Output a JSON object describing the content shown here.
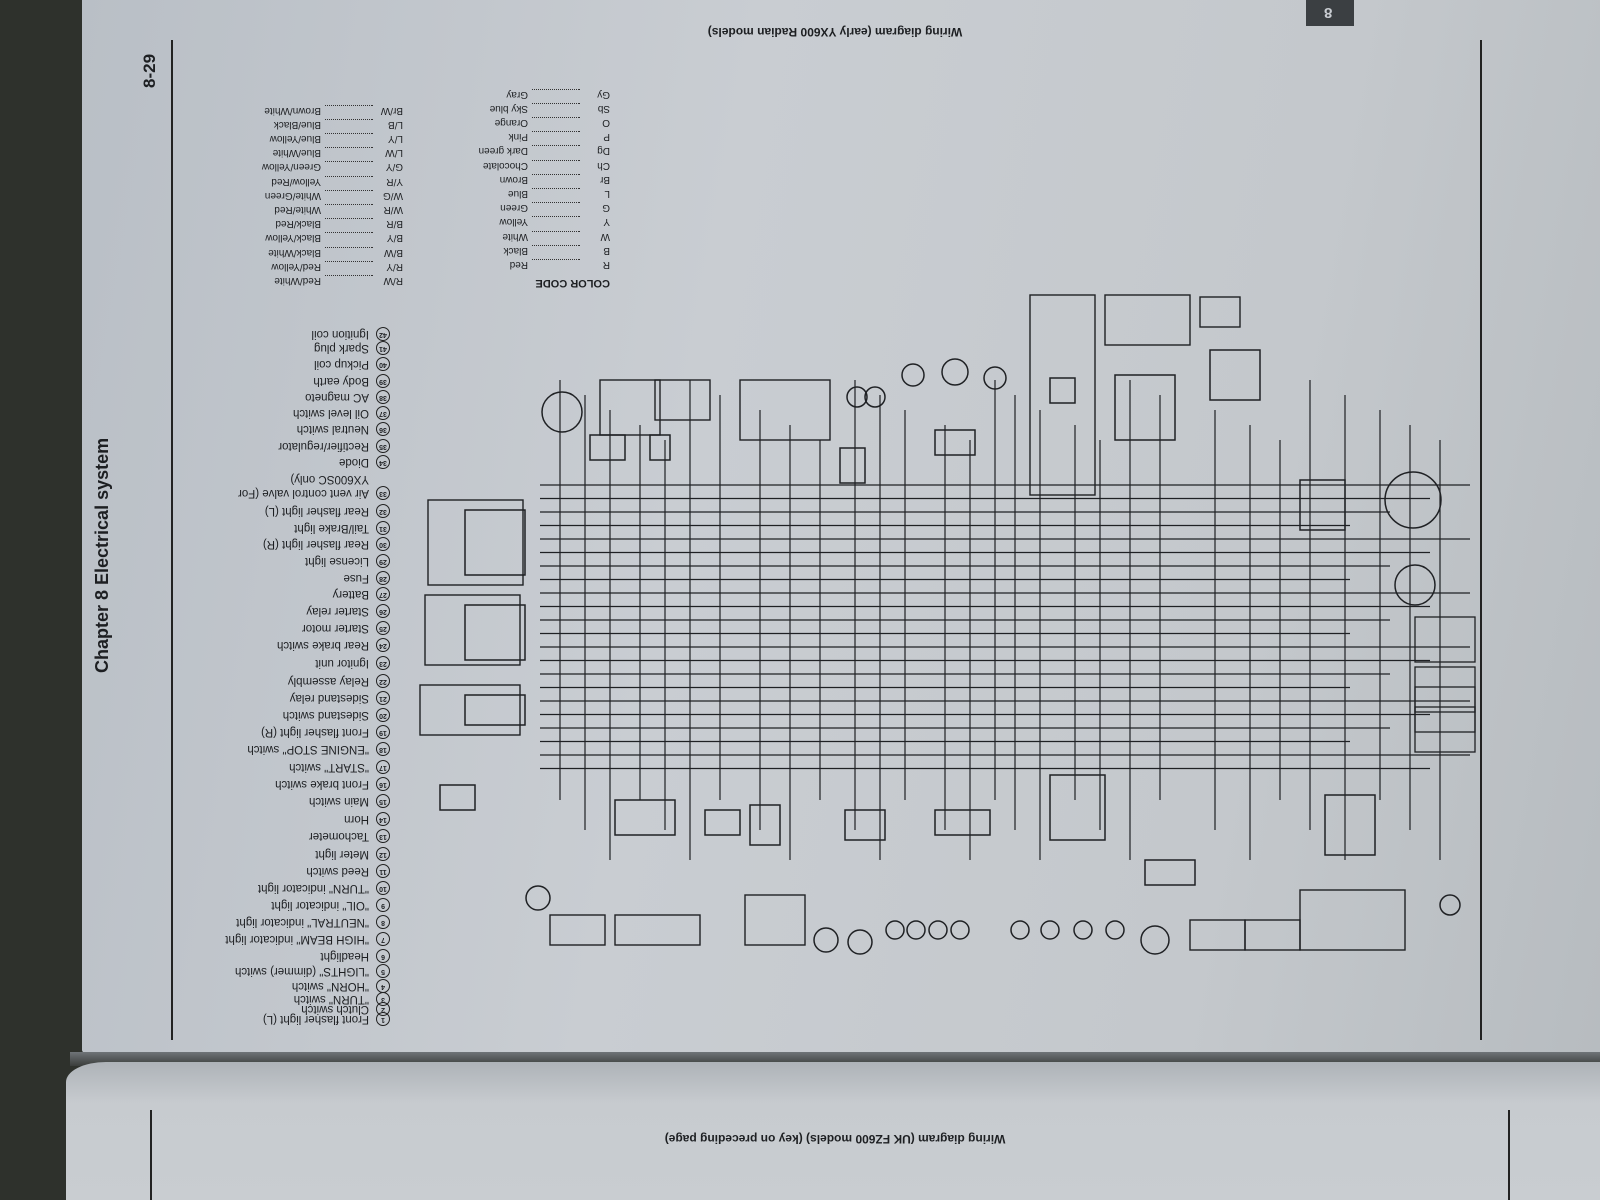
{
  "page_tab": "8",
  "top_page": {
    "title": "Wiring diagram (early YX600 Radian models)",
    "chapter_header": "Chapter 8   Electrical system",
    "page_number": "8-29"
  },
  "bottom_page": {
    "title": "Wiring diagram (UK FZ600 models) (key on preceding page)"
  },
  "color_code": {
    "heading": "COLOR CODE",
    "single": [
      {
        "code": "R",
        "name": "Red"
      },
      {
        "code": "B",
        "name": "Black"
      },
      {
        "code": "W",
        "name": "White"
      },
      {
        "code": "Y",
        "name": "Yellow"
      },
      {
        "code": "G",
        "name": "Green"
      },
      {
        "code": "L",
        "name": "Blue"
      },
      {
        "code": "Br",
        "name": "Brown"
      },
      {
        "code": "Ch",
        "name": "Chocolate"
      },
      {
        "code": "Dg",
        "name": "Dark green"
      },
      {
        "code": "P",
        "name": "Pink"
      },
      {
        "code": "O",
        "name": "Orange"
      },
      {
        "code": "Sb",
        "name": "Sky blue"
      },
      {
        "code": "Gy",
        "name": "Gray"
      }
    ],
    "dual": [
      {
        "code": "R/W",
        "name": "Red/White"
      },
      {
        "code": "R/Y",
        "name": "Red/Yellow"
      },
      {
        "code": "B/W",
        "name": "Black/White"
      },
      {
        "code": "B/Y",
        "name": "Black/Yellow"
      },
      {
        "code": "B/R",
        "name": "Black/Red"
      },
      {
        "code": "W/R",
        "name": "White/Red"
      },
      {
        "code": "W/G",
        "name": "White/Green"
      },
      {
        "code": "Y/R",
        "name": "Yellow/Red"
      },
      {
        "code": "G/Y",
        "name": "Green/Yellow"
      },
      {
        "code": "L/W",
        "name": "Blue/White"
      },
      {
        "code": "L/Y",
        "name": "Blue/Yellow"
      },
      {
        "code": "L/B",
        "name": "Blue/Black"
      },
      {
        "code": "Br/W",
        "name": "Brown/White"
      }
    ]
  },
  "legend": [
    {
      "n": "1",
      "label": "Front flasher light (L)"
    },
    {
      "n": "2",
      "label": "Clutch switch"
    },
    {
      "n": "3",
      "label": "\"TURN\" switch"
    },
    {
      "n": "4",
      "label": "\"HORN\" switch"
    },
    {
      "n": "5",
      "label": "\"LIGHTS\" (dimmer) switch"
    },
    {
      "n": "6",
      "label": "Headlight"
    },
    {
      "n": "7",
      "label": "\"HIGH BEAM\" indicator light"
    },
    {
      "n": "8",
      "label": "\"NEUTRAL\" indicator light"
    },
    {
      "n": "9",
      "label": "\"OIL\" indicator light"
    },
    {
      "n": "10",
      "label": "\"TURN\" indicator light"
    },
    {
      "n": "11",
      "label": "Reed switch"
    },
    {
      "n": "12",
      "label": "Meter light"
    },
    {
      "n": "13",
      "label": "Tachometer"
    },
    {
      "n": "14",
      "label": "Horn"
    },
    {
      "n": "15",
      "label": "Main switch"
    },
    {
      "n": "16",
      "label": "Front brake switch"
    },
    {
      "n": "17",
      "label": "\"START\" switch"
    },
    {
      "n": "18",
      "label": "\"ENGINE STOP\" switch"
    },
    {
      "n": "19",
      "label": "Front flasher light (R)"
    },
    {
      "n": "20",
      "label": "Sidestand switch"
    },
    {
      "n": "21",
      "label": "Sidestand relay"
    },
    {
      "n": "22",
      "label": "Relay assembly"
    },
    {
      "n": "23",
      "label": "Ignitor unit"
    },
    {
      "n": "24",
      "label": "Rear brake switch"
    },
    {
      "n": "25",
      "label": "Starter motor"
    },
    {
      "n": "26",
      "label": "Starter relay"
    },
    {
      "n": "27",
      "label": "Battery"
    },
    {
      "n": "28",
      "label": "Fuse"
    },
    {
      "n": "29",
      "label": "License light"
    },
    {
      "n": "30",
      "label": "Rear flasher light (R)"
    },
    {
      "n": "31",
      "label": "Tail/Brake light"
    },
    {
      "n": "32",
      "label": "Rear flasher light (L)"
    },
    {
      "n": "33",
      "label": "Air vent control valve (For YX600SC only)"
    },
    {
      "n": "34",
      "label": "Diode"
    },
    {
      "n": "35",
      "label": "Rectifier/regulator"
    },
    {
      "n": "36",
      "label": "Neutral switch"
    },
    {
      "n": "37",
      "label": "Oil level switch"
    },
    {
      "n": "38",
      "label": "AC magneto"
    },
    {
      "n": "39",
      "label": "Body earth"
    },
    {
      "n": "40",
      "label": "Pickup coil"
    },
    {
      "n": "41",
      "label": "Spark plug"
    },
    {
      "n": "42",
      "label": "Ignition coil"
    }
  ]
}
